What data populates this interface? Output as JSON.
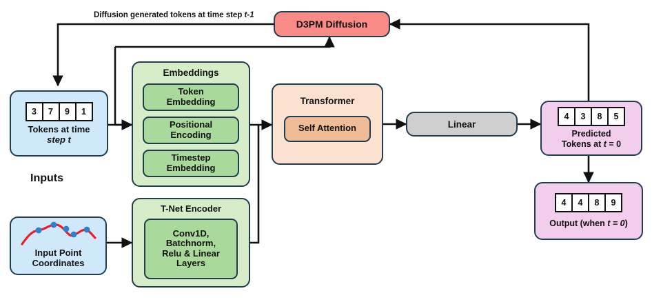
{
  "diagram": {
    "title_label": "Diffusion generated tokens at time step t-1",
    "inputs_label": "Inputs",
    "colors": {
      "blue_fill": "#cfe9fb",
      "green_fill": "#d6edc8",
      "green_inner": "#a9d99b",
      "orange_fill": "#fbe2d0",
      "orange_inner": "#f0bc95",
      "red_fill": "#f98a85",
      "gray_fill": "#cfcfcf",
      "purple_fill": "#f2cdec",
      "stroke": "#1f3c50",
      "curve_line": "#ef1c24",
      "curve_point": "#2f7fd1"
    },
    "nodes": {
      "d3pm": {
        "label": "D3PM Diffusion"
      },
      "tokens_in": {
        "tokens": [
          "3",
          "7",
          "9",
          "1"
        ],
        "caption_line1": "Tokens at time",
        "caption_line2": "step t"
      },
      "embeddings": {
        "title": "Embeddings",
        "items": [
          {
            "line1": "Token",
            "line2": "Embedding"
          },
          {
            "line1": "Positional",
            "line2": "Encoding"
          },
          {
            "line1": "Timestep",
            "line2": "Embedding"
          }
        ]
      },
      "transformer": {
        "title": "Transformer",
        "inner": "Self Attention"
      },
      "linear": {
        "label": "Linear"
      },
      "predicted": {
        "tokens": [
          "4",
          "3",
          "8",
          "5"
        ],
        "caption_line1": "Predicted",
        "caption_line2": "Tokens at t = 0"
      },
      "output": {
        "tokens": [
          "4",
          "4",
          "8",
          "9"
        ],
        "caption": "Output (when t = 0)"
      },
      "input_points": {
        "caption_line1": "Input Point",
        "caption_line2": "Coordinates"
      },
      "tnet": {
        "title": "T-Net Encoder",
        "inner_lines": [
          "Conv1D,",
          "Batchnorm,",
          "Relu & Linear",
          "Layers"
        ]
      }
    }
  }
}
